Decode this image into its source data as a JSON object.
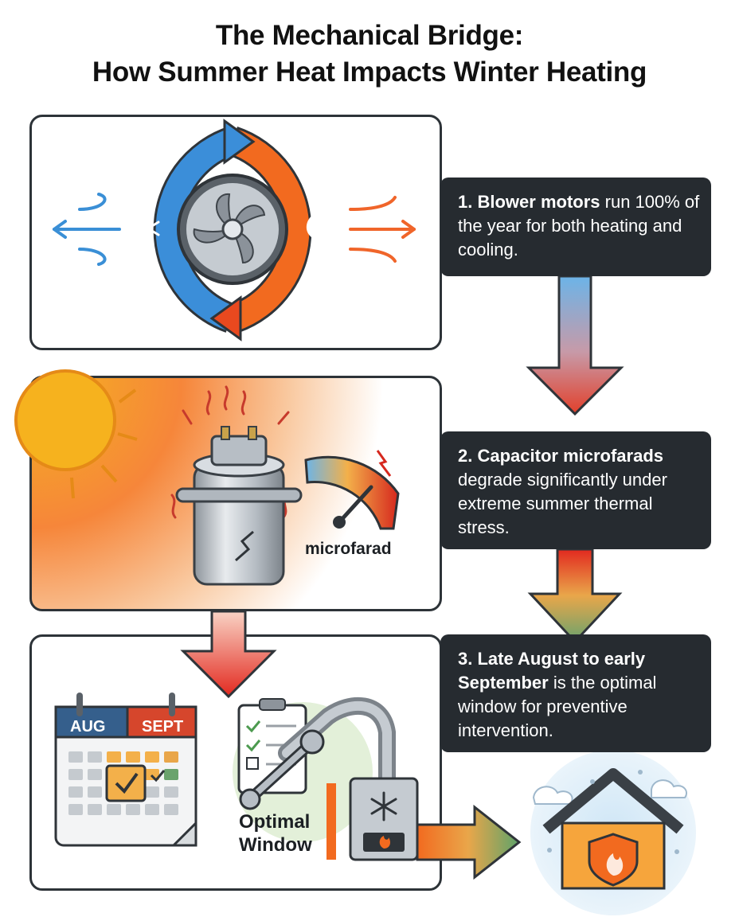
{
  "title": {
    "line1": "The Mechanical Bridge:",
    "line2": "How Summer Heat Impacts Winter Heating"
  },
  "steps": [
    {
      "number": "1.",
      "bold": "Blower motors",
      "text": " run 100% of the year for both heating and cooling."
    },
    {
      "number": "2.",
      "bold": "Capacitor microfarads",
      "text": " degrade significantly under extreme summer thermal stress."
    },
    {
      "number": "3.",
      "bold": "Late August to early September",
      "text": " is the optimal window for preventive intervention."
    }
  ],
  "gauge_label": "microfarad",
  "calendar": {
    "month1": "AUG",
    "month2": "SEPT"
  },
  "optimal_window": {
    "line1": "Optimal",
    "line2": "Window"
  },
  "icons": [
    "fan-icon",
    "snowflake-icon",
    "flame-icon",
    "sun-icon",
    "capacitor-icon",
    "gauge-icon",
    "calendar-icon",
    "checklist-icon",
    "wrench-icon",
    "furnace-icon",
    "house-icon"
  ],
  "colors": {
    "cool": "#2f87d3",
    "warm": "#f26a1f",
    "hot": "#e2291f",
    "good": "#5ea36a",
    "callout_bg": "#262b30",
    "border": "#2d3338"
  }
}
